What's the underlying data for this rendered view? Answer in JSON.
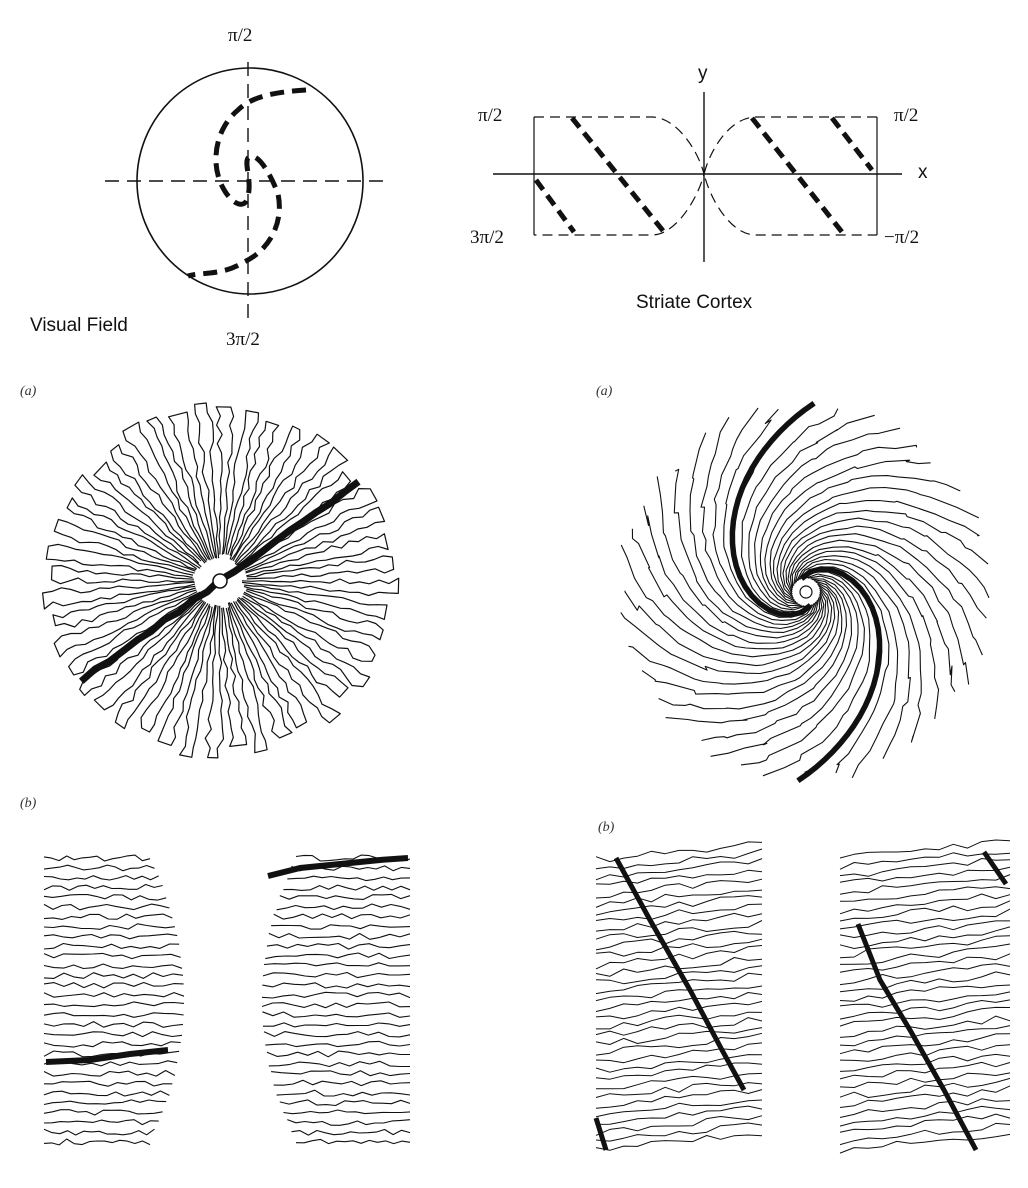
{
  "top_left": {
    "tick_top": "π/2",
    "tick_bottom": "3π/2",
    "caption": "Visual Field"
  },
  "top_right": {
    "axis_y": "y",
    "axis_x": "x",
    "left_top": "π/2",
    "left_bottom": "3π/2",
    "right_top": "π/2",
    "right_bottom": "−π/2",
    "caption": "Striate Cortex"
  },
  "panels": {
    "left_a": "(a)",
    "left_b": "(b)",
    "right_a": "(a)",
    "right_b": "(b)"
  },
  "colors": {
    "ink": "#111111",
    "background": "#ffffff"
  }
}
